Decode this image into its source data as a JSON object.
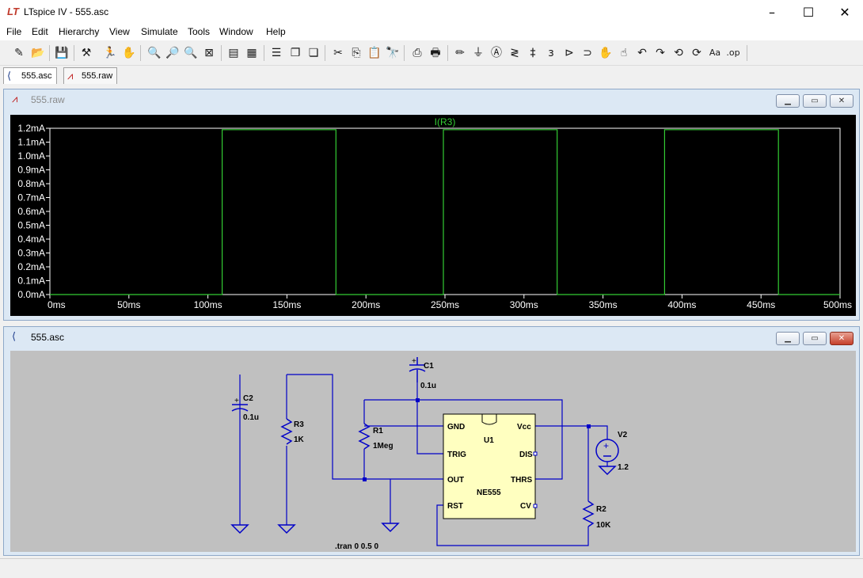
{
  "window": {
    "title": "LTspice IV - 555.asc",
    "icon": "LT",
    "minimize": "–",
    "maximize": "☐",
    "close": "✕"
  },
  "menu": [
    "File",
    "Edit",
    "Hierarchy",
    "View",
    "Simulate",
    "Tools",
    "Window",
    "Help"
  ],
  "toolbar": [
    {
      "name": "new-schematic-icon",
      "glyph": "✎"
    },
    {
      "name": "open-icon",
      "glyph": "📂"
    },
    {
      "name": "save-icon",
      "glyph": "💾"
    },
    {
      "name": "control-panel-icon",
      "glyph": "⚒"
    },
    {
      "name": "run-icon",
      "glyph": "🏃"
    },
    {
      "name": "halt-icon",
      "glyph": "✋"
    },
    {
      "name": "zoom-in-icon",
      "glyph": "🔍"
    },
    {
      "name": "pan-icon",
      "glyph": "🔎"
    },
    {
      "name": "zoom-out-icon",
      "glyph": "🔍"
    },
    {
      "name": "zoom-fit-icon",
      "glyph": "⊠"
    },
    {
      "name": "autorange-icon",
      "glyph": "▤"
    },
    {
      "name": "window-tile-icon",
      "glyph": "▦"
    },
    {
      "name": "tile-horizontal-icon",
      "glyph": "☰"
    },
    {
      "name": "cascade-icon",
      "glyph": "❐"
    },
    {
      "name": "tile-vertical-icon",
      "glyph": "❏"
    },
    {
      "name": "cut-icon",
      "glyph": "✂"
    },
    {
      "name": "copy-icon",
      "glyph": "⎘"
    },
    {
      "name": "paste-icon",
      "glyph": "📋"
    },
    {
      "name": "find-icon",
      "glyph": "🔭"
    },
    {
      "name": "print-setup-icon",
      "glyph": "⎙"
    },
    {
      "name": "print-icon",
      "glyph": "🖶"
    },
    {
      "name": "wire-icon",
      "glyph": "✏"
    },
    {
      "name": "ground-icon",
      "glyph": "⏚"
    },
    {
      "name": "label-icon",
      "glyph": "Ⓐ"
    },
    {
      "name": "resistor-icon",
      "glyph": "≷"
    },
    {
      "name": "capacitor-icon",
      "glyph": "‡"
    },
    {
      "name": "inductor-icon",
      "glyph": "ɜ"
    },
    {
      "name": "diode-icon",
      "glyph": "⊳"
    },
    {
      "name": "component-icon",
      "glyph": "⊃"
    },
    {
      "name": "move-icon",
      "glyph": "✋"
    },
    {
      "name": "drag-icon",
      "glyph": "☝"
    },
    {
      "name": "undo-icon",
      "glyph": "↶"
    },
    {
      "name": "redo-icon",
      "glyph": "↷"
    },
    {
      "name": "rotate-icon",
      "glyph": "⟲"
    },
    {
      "name": "mirror-icon",
      "glyph": "⟳"
    },
    {
      "name": "text-icon",
      "glyph": "Aa"
    },
    {
      "name": "spice-directive-icon",
      "glyph": ".op"
    }
  ],
  "tabs": [
    {
      "label": "555.asc",
      "icon": "schematic-icon"
    },
    {
      "label": "555.raw",
      "icon": "waveform-icon"
    }
  ],
  "waveform_window": {
    "title": "555.raw"
  },
  "schematic_window": {
    "title": "555.asc"
  },
  "chart_data": {
    "type": "line",
    "title": "",
    "series": [
      {
        "name": "I(R3)",
        "color": "#33cc33",
        "x": [
          0,
          109,
          109,
          181,
          181,
          249,
          249,
          321,
          321,
          389,
          389,
          461,
          461,
          500
        ],
        "y": [
          0,
          0,
          1.19,
          1.19,
          0,
          0,
          1.19,
          1.19,
          0,
          0,
          1.19,
          1.19,
          0,
          0
        ]
      }
    ],
    "xlim": [
      0,
      500
    ],
    "ylim": [
      0,
      1.2
    ],
    "xticks": [
      "0ms",
      "50ms",
      "100ms",
      "150ms",
      "200ms",
      "250ms",
      "300ms",
      "350ms",
      "400ms",
      "450ms",
      "500ms"
    ],
    "yticks": [
      "0.0mA",
      "0.1mA",
      "0.2mA",
      "0.3mA",
      "0.4mA",
      "0.5mA",
      "0.6mA",
      "0.7mA",
      "0.8mA",
      "0.9mA",
      "1.0mA",
      "1.1mA",
      "1.2mA"
    ],
    "background": "#000000",
    "axis_color": "#ffffff"
  },
  "schematic": {
    "components": {
      "C1": {
        "name": "C1",
        "value": "0.1u"
      },
      "C2": {
        "name": "C2",
        "value": "0.1u"
      },
      "R1": {
        "name": "R1",
        "value": "1Meg"
      },
      "R2": {
        "name": "R2",
        "value": "10K"
      },
      "R3": {
        "name": "R3",
        "value": "1K"
      },
      "V2": {
        "name": "V2",
        "value": "1.2"
      },
      "U1": {
        "name": "U1",
        "part": "NE555",
        "pins": {
          "gnd": "GND",
          "trig": "TRIG",
          "out": "OUT",
          "rst": "RST",
          "vcc": "Vcc",
          "dis": "DIS",
          "thrs": "THRS",
          "cv": "CV"
        }
      }
    },
    "directive": ".tran 0 0.5 0",
    "colors": {
      "wire": "#0000c8",
      "chip_fill": "#ffffc0",
      "text": "#000000"
    }
  }
}
